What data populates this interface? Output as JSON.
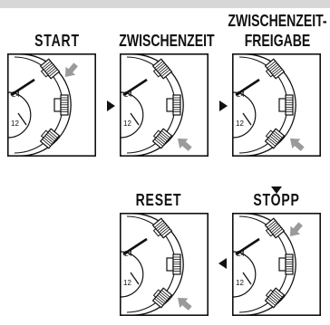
{
  "steps": [
    {
      "id": "start",
      "label": "START",
      "active_button": "top"
    },
    {
      "id": "zwischenzeit",
      "label": "ZWISCHENZEIT",
      "active_button": "bottom"
    },
    {
      "id": "freigabe",
      "label_line1": "ZWISCHENZEIT-",
      "label_line2": "FREIGABE",
      "active_button": "bottom"
    },
    {
      "id": "stopp",
      "label": "STOPP",
      "active_button": "top"
    },
    {
      "id": "reset",
      "label": "RESET",
      "active_button": "bottom"
    }
  ],
  "dial": {
    "label_24": "24",
    "label_12": "12"
  },
  "colors": {
    "ink": "#111111",
    "press_arrow": "#9a9a9a",
    "header_bar": "#d7d7d7"
  }
}
